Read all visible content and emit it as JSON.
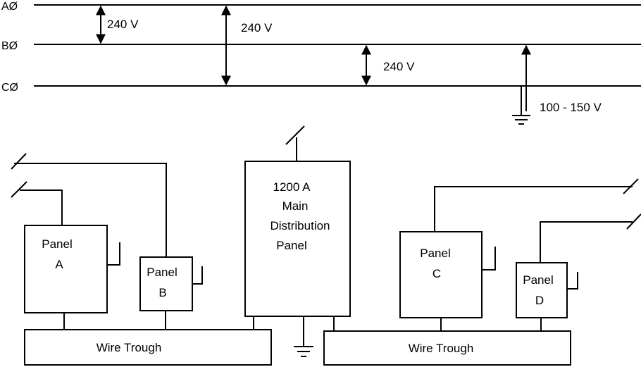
{
  "phases": [
    "AØ",
    "BØ",
    "CØ"
  ],
  "voltages": {
    "ab": "240 V",
    "ac": "240 V",
    "bc": "240 V",
    "c_ground": "100 - 150 V"
  },
  "main_panel": {
    "line1": "1200 A",
    "line2": "Main",
    "line3": "Distribution",
    "line4": "Panel"
  },
  "panels": [
    {
      "line1": "Panel",
      "line2": "A"
    },
    {
      "line1": "Panel",
      "line2": "B"
    },
    {
      "line1": "Panel",
      "line2": "C"
    },
    {
      "line1": "Panel",
      "line2": "D"
    }
  ],
  "troughs": [
    "Wire Trough",
    "Wire Trough"
  ]
}
